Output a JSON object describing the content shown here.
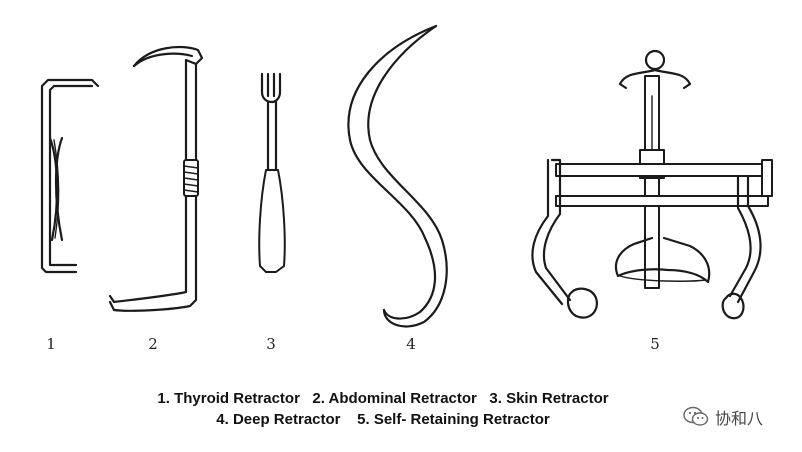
{
  "figure": {
    "instruments": [
      {
        "number": "1",
        "icon": "thyroid-retractor-icon"
      },
      {
        "number": "2",
        "icon": "abdominal-retractor-icon"
      },
      {
        "number": "3",
        "icon": "skin-retractor-icon"
      },
      {
        "number": "4",
        "icon": "deep-retractor-icon"
      },
      {
        "number": "5",
        "icon": "self-retaining-retractor-icon"
      }
    ],
    "caption_line1": "1. Thyroid Retractor   2. Abdominal Retractor   3. Skin Retractor",
    "caption_line2": "4. Deep Retractor    5. Self- Retaining Retractor"
  },
  "watermark": {
    "text": "协和八",
    "icon": "wechat-icon"
  }
}
